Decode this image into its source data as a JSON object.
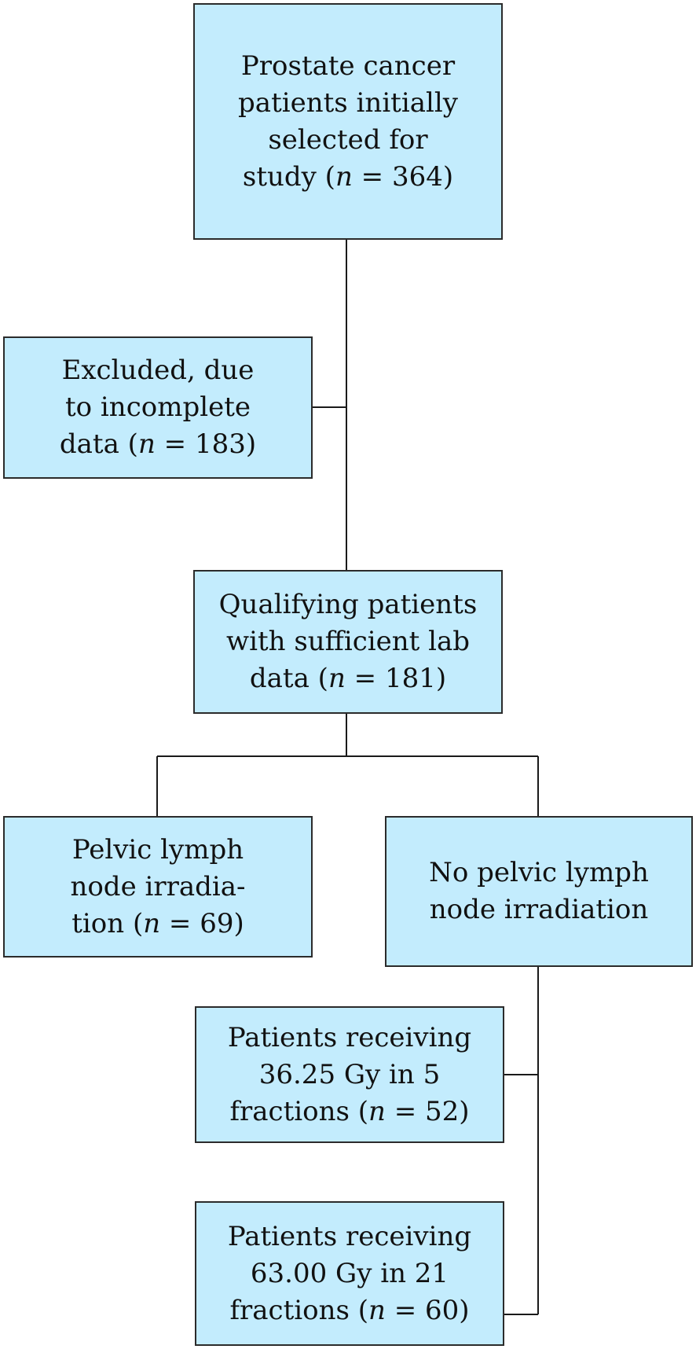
{
  "nodes": [
    {
      "id": "initial",
      "lines": [
        "Prostate cancer",
        "patients initially",
        "selected for",
        "study (n = 364)"
      ]
    },
    {
      "id": "excluded",
      "lines": [
        "Excluded, due",
        "to incomplete",
        "data (n = 183)"
      ]
    },
    {
      "id": "qualifying",
      "lines": [
        "Qualifying patients",
        "with sufficient lab",
        "data (n = 181)"
      ]
    },
    {
      "id": "pelvic",
      "lines": [
        "Pelvic lymph",
        "node irradia-",
        "tion (n = 69)"
      ]
    },
    {
      "id": "no-pelvic",
      "lines": [
        "No pelvic lymph",
        "node irradiation"
      ]
    },
    {
      "id": "dose-36",
      "lines": [
        "Patients receiving",
        "36.25 Gy in 5",
        "fractions (n = 52)"
      ]
    },
    {
      "id": "dose-63",
      "lines": [
        "Patients receiving",
        "63.00 Gy in 21",
        "fractions (n = 60)"
      ]
    }
  ],
  "edges": [
    {
      "from": "initial",
      "to": "excluded"
    },
    {
      "from": "initial",
      "to": "qualifying"
    },
    {
      "from": "qualifying",
      "to": "pelvic"
    },
    {
      "from": "qualifying",
      "to": "no-pelvic"
    },
    {
      "from": "no-pelvic",
      "to": "dose-36"
    },
    {
      "from": "no-pelvic",
      "to": "dose-63"
    }
  ]
}
